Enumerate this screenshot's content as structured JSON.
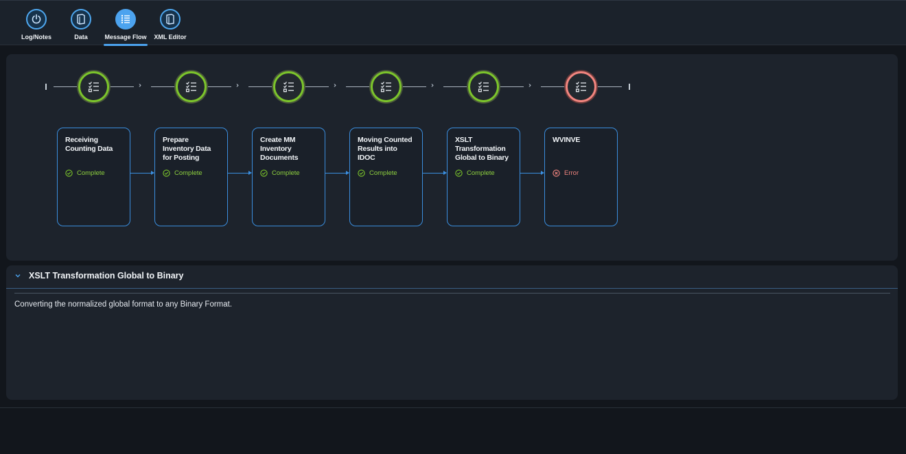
{
  "toolbar": {
    "tabs": [
      {
        "label": "Log/Notes",
        "icon": "power-icon"
      },
      {
        "label": "Data",
        "icon": "document-icon"
      },
      {
        "label": "Message Flow",
        "icon": "list-icon",
        "active": true
      },
      {
        "label": "XML Editor",
        "icon": "document-icon"
      }
    ]
  },
  "flow": {
    "steps": [
      {
        "title": "Receiving Counting Data",
        "status": "Complete"
      },
      {
        "title": "Prepare Inventory Data for Posting",
        "status": "Complete"
      },
      {
        "title": "Create MM Inventory Documents",
        "status": "Complete"
      },
      {
        "title": "Moving Counted Results into IDOC",
        "status": "Complete"
      },
      {
        "title": "XSLT Transformation Global to Binary",
        "status": "Complete"
      },
      {
        "title": "WVINVE",
        "status": "Error"
      }
    ],
    "colors": {
      "complete": "#7cc52b",
      "error": "#f2857f",
      "accent": "#3b8fe0"
    }
  },
  "detail": {
    "title": "XSLT Transformation Global to Binary",
    "description": "Converting the normalized global format to any Binary Format."
  }
}
